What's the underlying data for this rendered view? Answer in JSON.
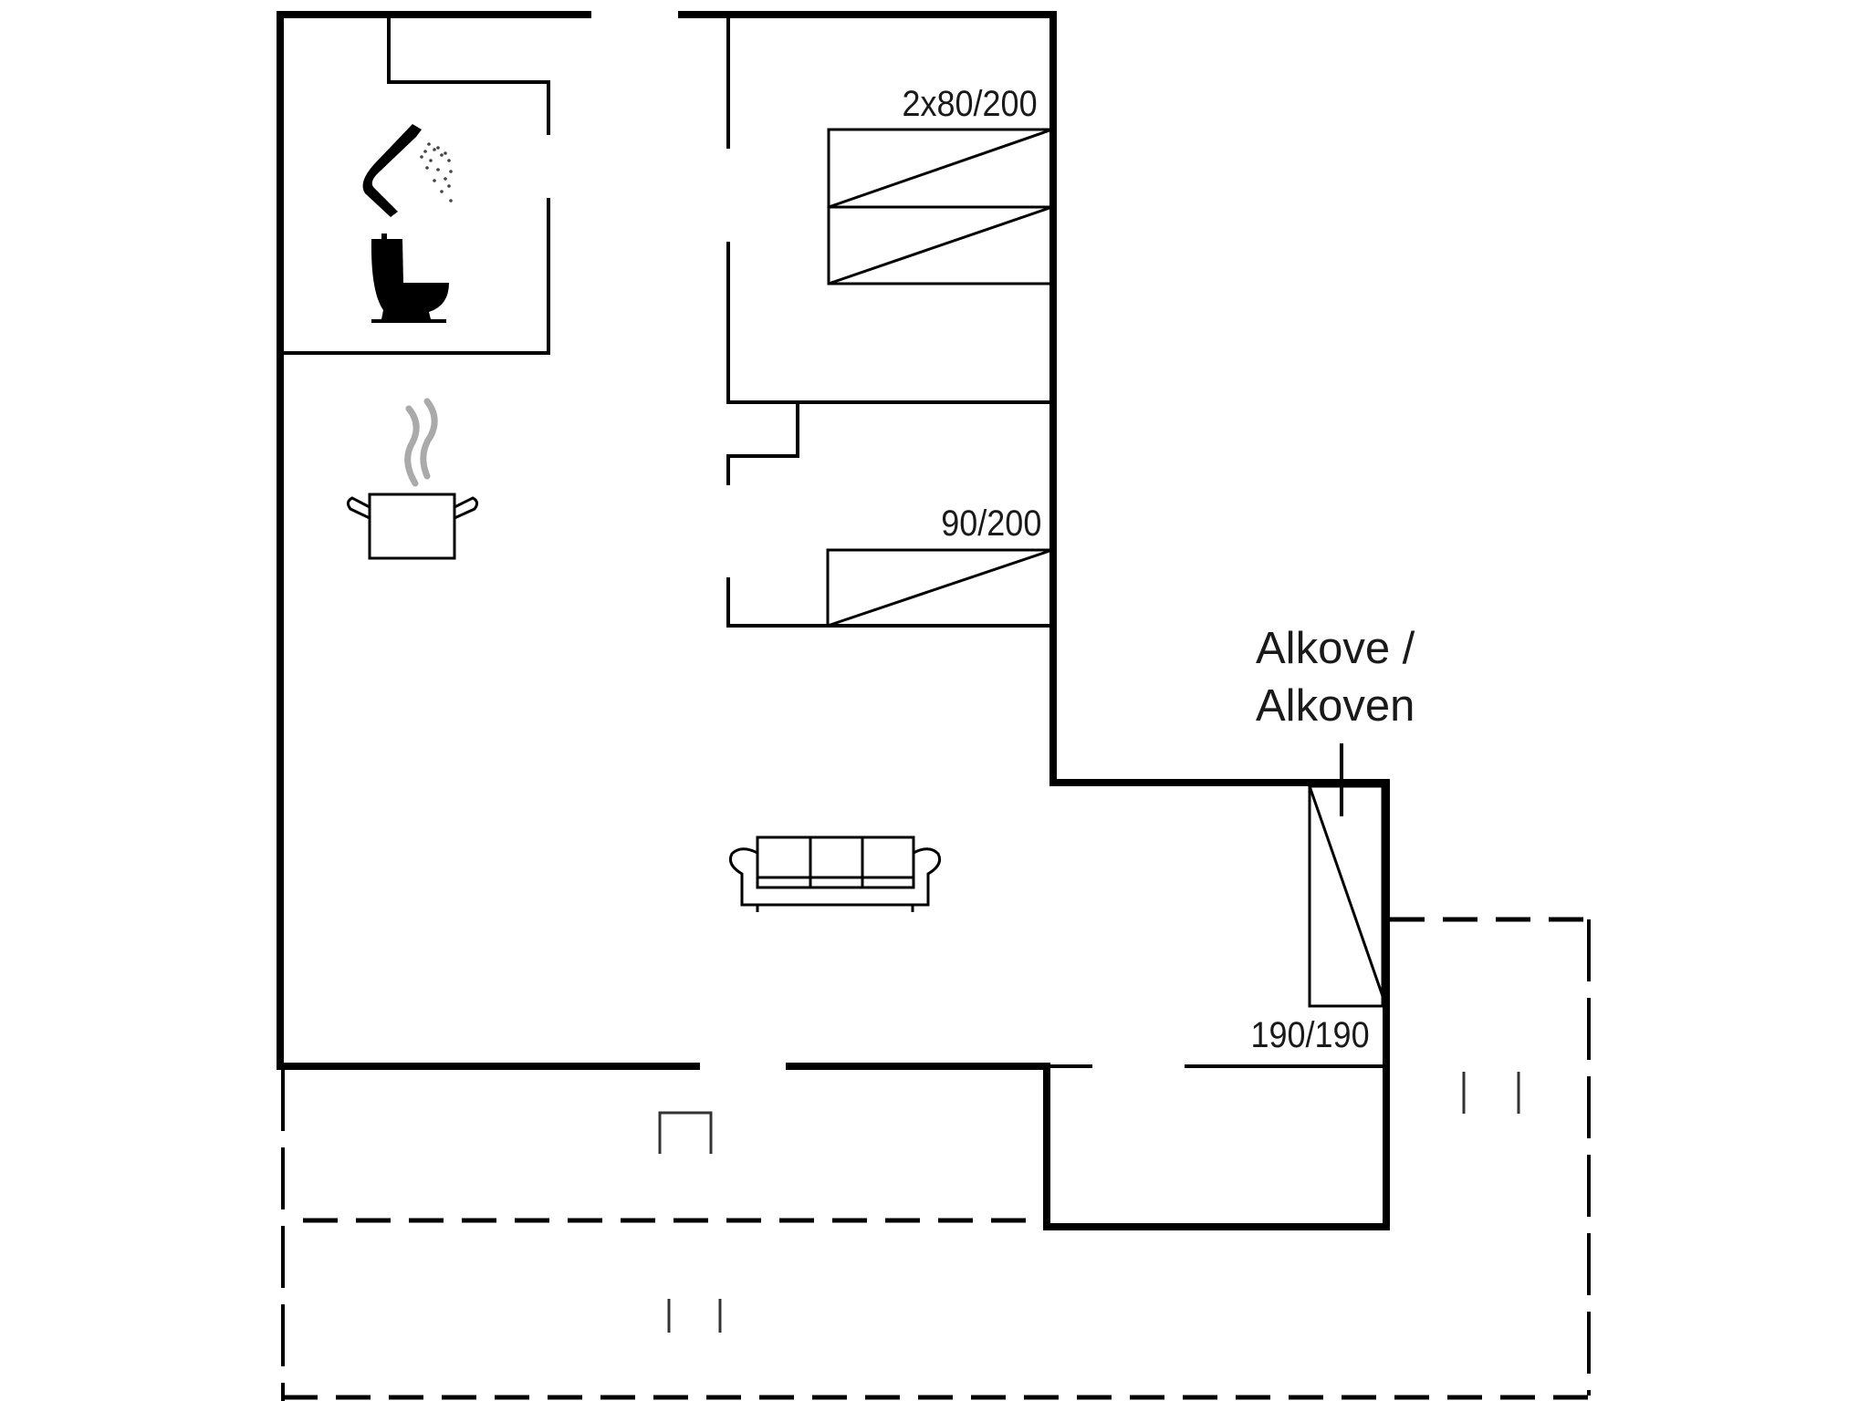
{
  "floorplan": {
    "labels": {
      "bed_double": "2x80/200",
      "bed_single": "90/200",
      "bed_alcove": "190/190",
      "alcove_line1": "Alkove /",
      "alcove_line2": "Alkoven"
    },
    "icons": {
      "shower": "shower-icon",
      "toilet": "toilet-icon",
      "kitchen": "cooking-pot-icon",
      "living": "sofa-icon"
    },
    "colors": {
      "wall": "#000000",
      "background": "#ffffff",
      "steam": "#aaaaaa"
    }
  }
}
